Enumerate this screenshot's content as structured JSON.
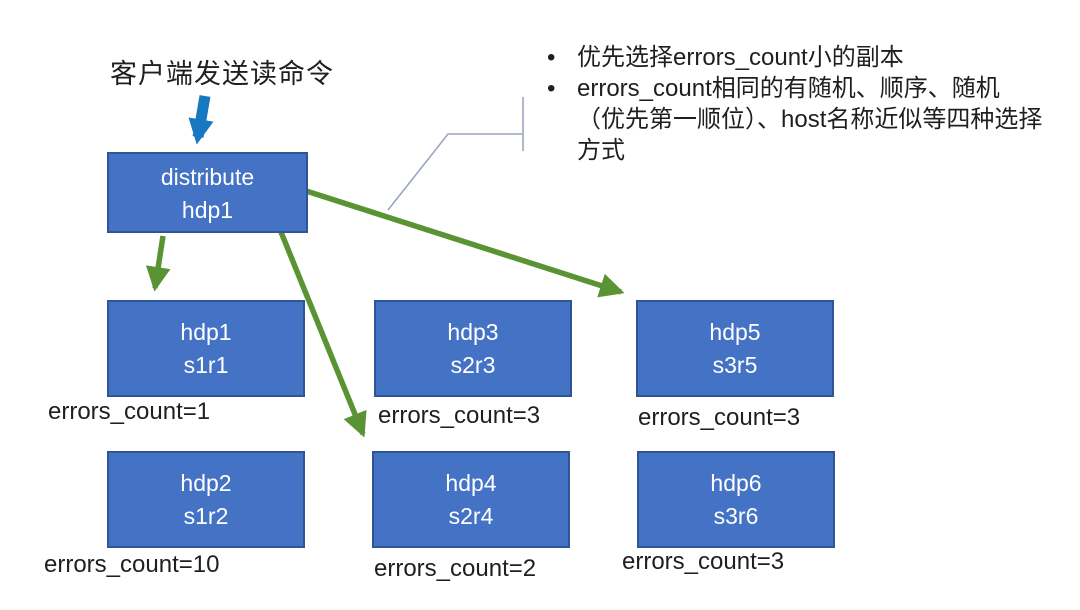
{
  "title": "客户端发送读命令",
  "notes": {
    "items": [
      "优先选择errors_count小的副本",
      "errors_count相同的有随机、顺序、随机（优先第一顺位）、host名称近似等四种选择方式"
    ]
  },
  "distributor": {
    "name": "distribute",
    "host": "hdp1"
  },
  "nodes": [
    {
      "name": "hdp1",
      "replica": "s1r1",
      "errors_label": "errors_count=1"
    },
    {
      "name": "hdp3",
      "replica": "s2r3",
      "errors_label": "errors_count=3"
    },
    {
      "name": "hdp5",
      "replica": "s3r5",
      "errors_label": "errors_count=3"
    },
    {
      "name": "hdp2",
      "replica": "s1r2",
      "errors_label": "errors_count=10"
    },
    {
      "name": "hdp4",
      "replica": "s2r4",
      "errors_label": "errors_count=2"
    },
    {
      "name": "hdp6",
      "replica": "s3r6",
      "errors_label": "errors_count=3"
    }
  ],
  "colors": {
    "box_fill": "#4472C4",
    "box_border": "#2F5597",
    "box_text": "#FFFFFF",
    "arrow_green": "#5A9334",
    "arrow_blue": "#1778C2",
    "callout_line": "#9AA5C2",
    "text": "#1F1F1F",
    "background": "#FFFFFF"
  }
}
